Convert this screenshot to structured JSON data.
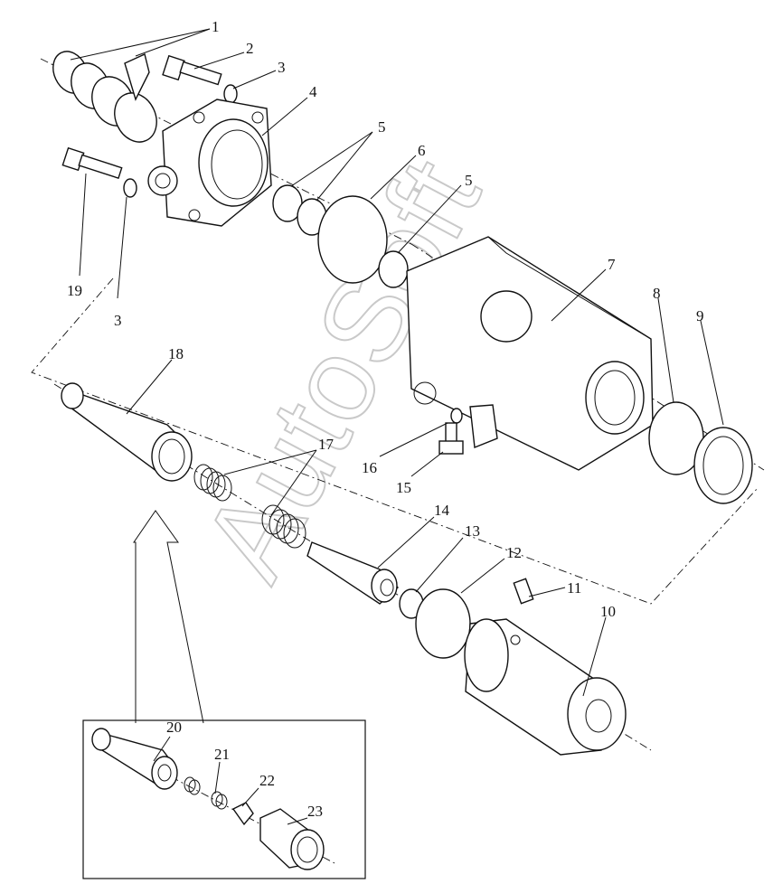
{
  "diagram": {
    "labels": [
      "1",
      "2",
      "3",
      "4",
      "5",
      "5",
      "6",
      "5",
      "7",
      "8",
      "9",
      "19",
      "3",
      "18",
      "17",
      "16",
      "15",
      "14",
      "13",
      "12",
      "11",
      "10",
      "20",
      "21",
      "22",
      "23"
    ],
    "watermark": "AutoSoft"
  }
}
